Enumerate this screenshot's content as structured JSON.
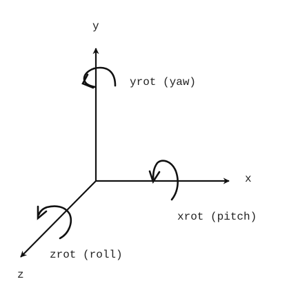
{
  "axes": {
    "x_label": "x",
    "y_label": "y",
    "z_label": "z"
  },
  "rotations": {
    "x_label": "xrot (pitch)",
    "y_label": "yrot (yaw)",
    "z_label": "zrot (roll)"
  },
  "colors": {
    "stroke": "#111111",
    "text": "#222222"
  }
}
